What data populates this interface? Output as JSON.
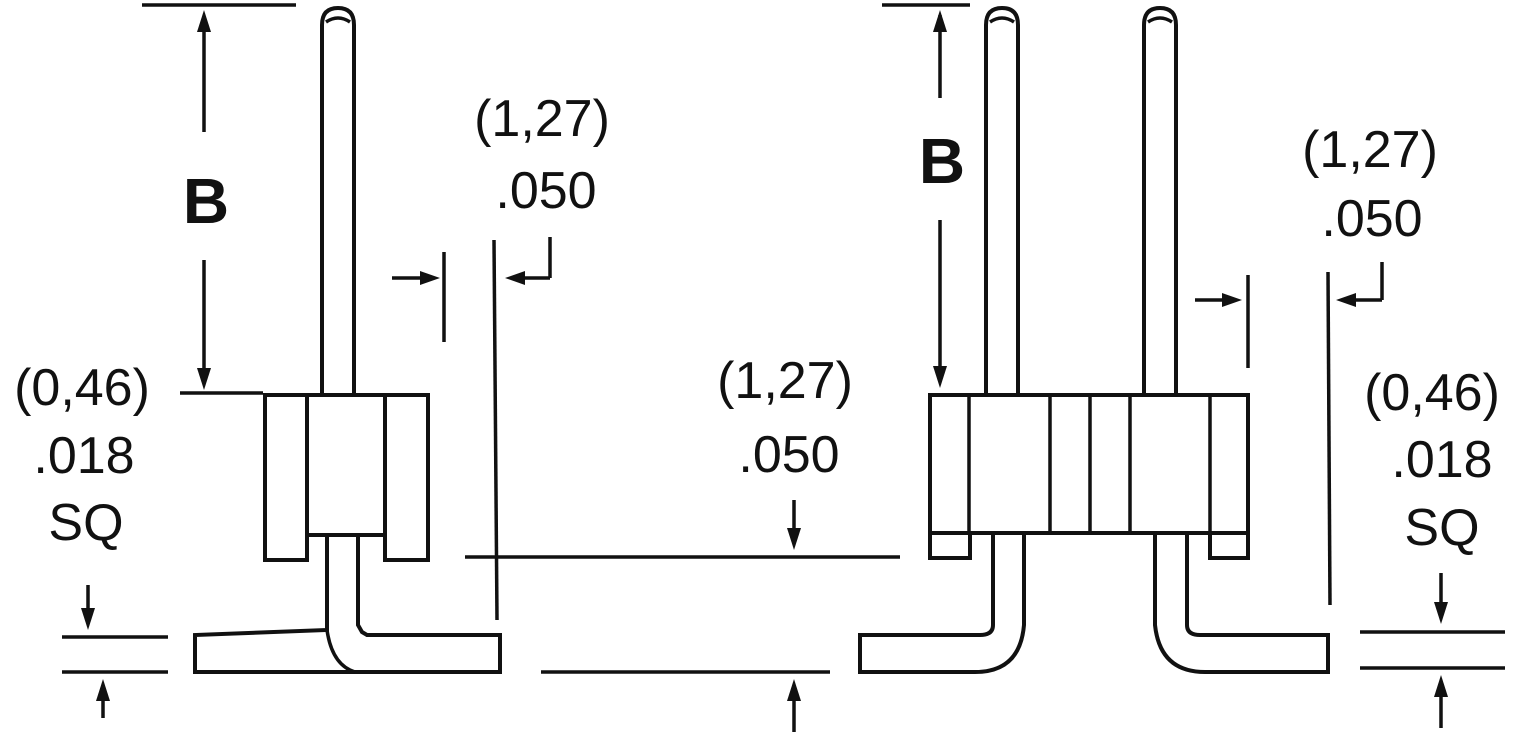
{
  "labels": {
    "b_left": "B",
    "b_right": "B",
    "pitch_mm_top_left": "(1,27)",
    "pitch_in_top_left": ".050",
    "pitch_mm_top_right": "(1,27)",
    "pitch_in_top_right": ".050",
    "pitch_mm_center": "(1,27)",
    "pitch_in_center": ".050",
    "pin_mm_left": "(0,46)",
    "pin_in_left": ".018",
    "pin_sq_left": "SQ",
    "pin_mm_right": "(0,46)",
    "pin_in_right": ".018",
    "pin_sq_right": "SQ"
  },
  "colors": {
    "ink": "#111111",
    "paper": "#ffffff"
  }
}
